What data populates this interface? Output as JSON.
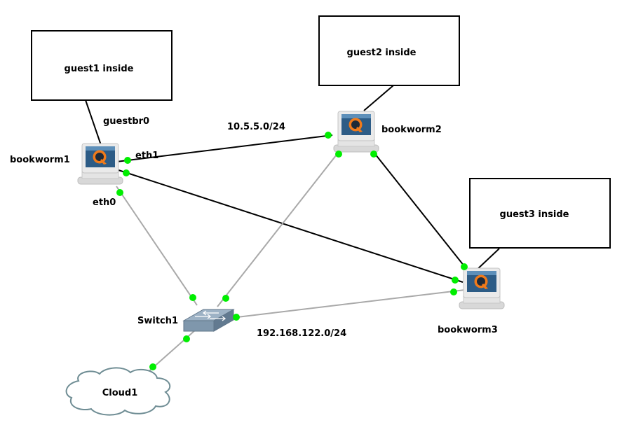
{
  "colors": {
    "port": "#00ee00",
    "cloud_stroke": "#6f8d94",
    "switch_body": "#7f97ac"
  },
  "guests": {
    "guest1": "guest1 inside",
    "guest2": "guest2 inside",
    "guest3": "guest3 inside"
  },
  "nodes": {
    "bookworm1": {
      "label": "bookworm1",
      "icon": "qemu-computer-icon"
    },
    "bookworm2": {
      "label": "bookworm2",
      "icon": "qemu-computer-icon"
    },
    "bookworm3": {
      "label": "bookworm3",
      "icon": "qemu-computer-icon"
    },
    "switch1": {
      "label": "Switch1",
      "icon": "ethernet-switch-icon"
    },
    "cloud1": {
      "label": "Cloud1",
      "icon": "cloud-icon"
    }
  },
  "interfaces": {
    "guestbr0": "guestbr0",
    "eth1": "eth1",
    "eth0": "eth0"
  },
  "networks": {
    "net_internal": "10.5.5.0/24",
    "net_nat": "192.168.122.0/24"
  }
}
